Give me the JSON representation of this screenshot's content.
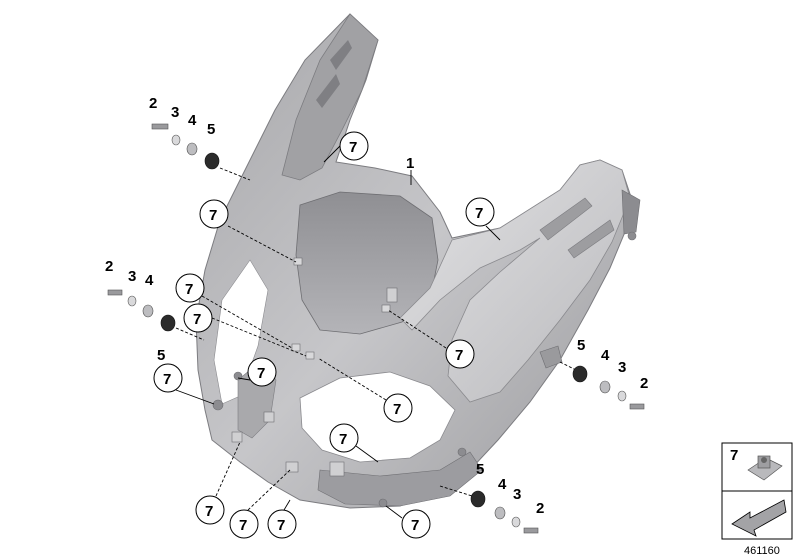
{
  "diagram": {
    "part_label": "1",
    "callouts": {
      "bolt": "2",
      "washer": "3",
      "spacer": "4",
      "grommet": "5",
      "clip_nut": "7"
    },
    "legend": {
      "item_label": "7"
    },
    "document_number": "461160"
  }
}
